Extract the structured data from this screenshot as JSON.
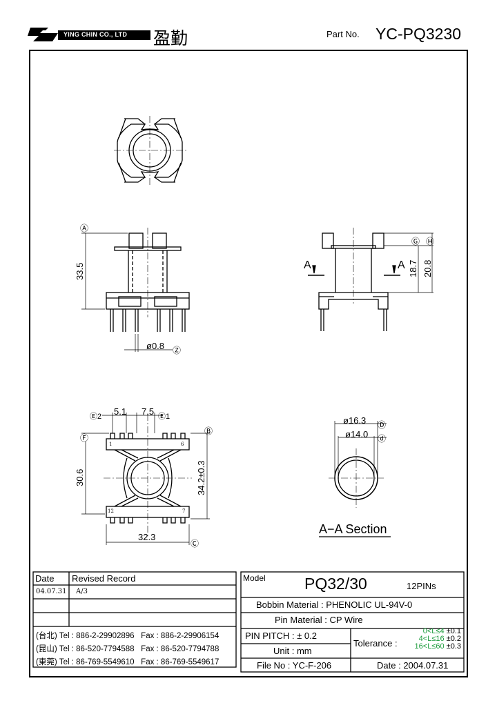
{
  "header": {
    "company": "YING CHIN CO., LTD",
    "company_cn": "盈勤",
    "part_label": "Part No.",
    "part_no": "YC-PQ3230"
  },
  "dimensions": {
    "a": "Ⓐ",
    "h_33_5": "33.5",
    "pin_dia": "ø0.8",
    "z": "Ⓩ",
    "g": "Ⓖ",
    "hh": "Ⓗ",
    "d_18_7": "18.7",
    "d_20_8": "20.8",
    "sec_a_left": "A",
    "sec_a_right": "A",
    "e2": "Ⓔ2",
    "e1": "Ⓔ1",
    "p_5_1": "5.1",
    "p_7_5": "7.5",
    "f": "Ⓕ",
    "b": "Ⓑ",
    "c": "Ⓒ",
    "d_30_6": "30.6",
    "d_34_2": "34.2±0.3",
    "d_32_3": "32.3",
    "d_16_3": "ø16.3",
    "d_14_0": "ø14.0",
    "big_d": "Ⓓ",
    "small_d": "ⓓ",
    "pin1": "1",
    "pin6": "6",
    "pin12": "12",
    "pin7": "7",
    "section_label": "A−A Section"
  },
  "revision": {
    "date_header": "Date",
    "record_header": "Revised Record",
    "rows": [
      {
        "date": "04.07.31",
        "record": "A/3"
      }
    ]
  },
  "contacts": [
    {
      "city": "(台北)",
      "tel": "Tel : 886-2-29902896",
      "fax": "Fax : 886-2-29906154"
    },
    {
      "city": "(昆山)",
      "tel": "Tel : 86-520-7794588",
      "fax": "Fax : 86-520-7794788"
    },
    {
      "city": "(東莞)",
      "tel": "Tel : 86-769-5549610",
      "fax": "Fax : 86-769-5549617"
    }
  ],
  "spec": {
    "model_label": "Model",
    "model": "PQ32/30",
    "pins": "12PINs",
    "bobbin_label": "Bobbin Material :",
    "bobbin": "PHENOLIC UL-94V-0",
    "pin_mat_label": "Pin Material :",
    "pin_mat": "CP Wire",
    "pitch_label": "PIN PITCH :",
    "pitch": "± 0.2",
    "unit_label": "Unit :",
    "unit": "mm",
    "tolerance_label": "Tolerance :",
    "tol": [
      {
        "range": "0<L≤4",
        "value": "±0.1"
      },
      {
        "range": "4<L≤16",
        "value": "±0.2"
      },
      {
        "range": "16<L≤60",
        "value": "±0.3"
      }
    ],
    "file_label": "File No :",
    "file_no": "YC-F-206",
    "date_label": "Date :",
    "date": "2004.07.31"
  },
  "colors": {
    "tolerance_accent": "#1a9a3a"
  }
}
